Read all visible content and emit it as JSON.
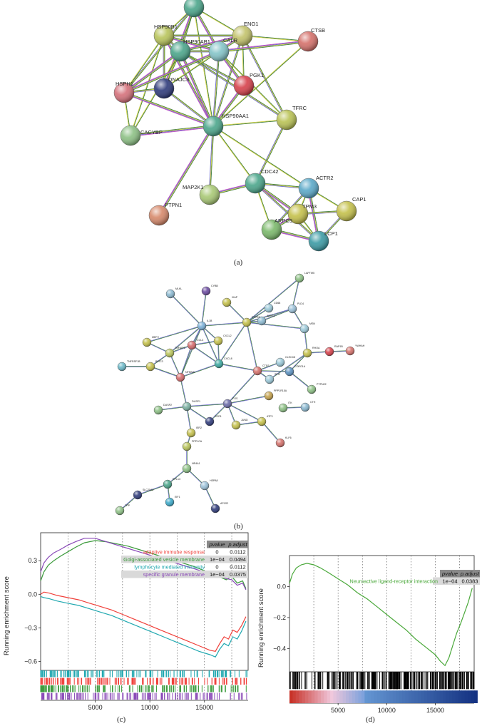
{
  "panel_labels": {
    "a": "(a)",
    "b": "(b)",
    "c": "(c)",
    "d": "(d)"
  },
  "network_a": {
    "nodes": [
      {
        "id": "PFKFB",
        "label": "",
        "color": "#4aa58a"
      },
      {
        "id": "HSP90B1",
        "label": "HSP90B1",
        "color": "#b8c45a"
      },
      {
        "id": "ENO1",
        "label": "ENO1",
        "color": "#c2c26a"
      },
      {
        "id": "CTSB",
        "label": "CTSB",
        "color": "#d4706a"
      },
      {
        "id": "HSP90AB1",
        "label": "HSP90AB1",
        "color": "#4aa58a"
      },
      {
        "id": "CALR",
        "label": "CALR",
        "color": "#84c4c8"
      },
      {
        "id": "HSPH1",
        "label": "HSPH1",
        "color": "#d4707a"
      },
      {
        "id": "DNAJC3",
        "label": "DNAJC3",
        "color": "#2e3a7a"
      },
      {
        "id": "PGK1",
        "label": "PGK1",
        "color": "#d6404a"
      },
      {
        "id": "TFRC",
        "label": "TFRC",
        "color": "#b9c254"
      },
      {
        "id": "CACYBP",
        "label": "CACYBP",
        "color": "#8cc084"
      },
      {
        "id": "HSP90AA1",
        "label": "HSP90AA1",
        "color": "#4aa58a"
      },
      {
        "id": "CDC42",
        "label": "CDC42",
        "color": "#4aa58a"
      },
      {
        "id": "ACTR2",
        "label": "ACTR2",
        "color": "#5aa8c8"
      },
      {
        "id": "MAP2K1",
        "label": "MAP2K1",
        "color": "#a8c874"
      },
      {
        "id": "TPM3",
        "label": "TPM3",
        "color": "#c4c04a"
      },
      {
        "id": "CAP1",
        "label": "CAP1",
        "color": "#c4c04a"
      },
      {
        "id": "PTPN1",
        "label": "PTPN1",
        "color": "#d6886a"
      },
      {
        "id": "ARPC5",
        "label": "ARPC5",
        "color": "#7ab86a"
      },
      {
        "id": "LCP1",
        "label": "LCP1",
        "color": "#3a9aa4"
      }
    ],
    "edges": [
      [
        "PFKFB",
        "HSP90B1"
      ],
      [
        "PFKFB",
        "HSP90AB1"
      ],
      [
        "PFKFB",
        "CALR"
      ],
      [
        "PFKFB",
        "ENO1"
      ],
      [
        "PFKFB",
        "HSPH1"
      ],
      [
        "PFKFB",
        "DNAJC3"
      ],
      [
        "PFKFB",
        "HSP90AA1"
      ],
      [
        "HSP90B1",
        "HSP90AB1"
      ],
      [
        "HSP90B1",
        "CALR"
      ],
      [
        "HSP90B1",
        "HSPH1"
      ],
      [
        "HSP90B1",
        "DNAJC3"
      ],
      [
        "HSP90B1",
        "HSP90AA1"
      ],
      [
        "HSP90B1",
        "CACYBP"
      ],
      [
        "HSP90B1",
        "ENO1"
      ],
      [
        "ENO1",
        "CALR"
      ],
      [
        "ENO1",
        "PGK1"
      ],
      [
        "ENO1",
        "HSP90AA1"
      ],
      [
        "ENO1",
        "HSP90AB1"
      ],
      [
        "ENO1",
        "CTSB"
      ],
      [
        "ENO1",
        "TFRC"
      ],
      [
        "CTSB",
        "CALR"
      ],
      [
        "CTSB",
        "HSP90AA1"
      ],
      [
        "HSP90AB1",
        "CALR"
      ],
      [
        "HSP90AB1",
        "HSPH1"
      ],
      [
        "HSP90AB1",
        "DNAJC3"
      ],
      [
        "HSP90AB1",
        "PGK1"
      ],
      [
        "HSP90AB1",
        "HSP90AA1"
      ],
      [
        "HSP90AB1",
        "CACYBP"
      ],
      [
        "HSP90AB1",
        "TFRC"
      ],
      [
        "CALR",
        "PGK1"
      ],
      [
        "CALR",
        "DNAJC3"
      ],
      [
        "CALR",
        "HSP90AA1"
      ],
      [
        "CALR",
        "HSPH1"
      ],
      [
        "CALR",
        "TFRC"
      ],
      [
        "HSPH1",
        "DNAJC3"
      ],
      [
        "HSPH1",
        "HSP90AA1"
      ],
      [
        "HSPH1",
        "CACYBP"
      ],
      [
        "DNAJC3",
        "HSP90AA1"
      ],
      [
        "PGK1",
        "HSP90AA1"
      ],
      [
        "TFRC",
        "HSP90AA1"
      ],
      [
        "TFRC",
        "CDC42"
      ],
      [
        "CACYBP",
        "HSP90AA1"
      ],
      [
        "HSP90AA1",
        "CDC42"
      ],
      [
        "HSP90AA1",
        "MAP2K1"
      ],
      [
        "HSP90AA1",
        "PTPN1"
      ],
      [
        "HSP90AA1",
        "ACTR2"
      ],
      [
        "CDC42",
        "ACTR2"
      ],
      [
        "CDC42",
        "MAP2K1"
      ],
      [
        "CDC42",
        "ARPC5"
      ],
      [
        "CDC42",
        "LCP1"
      ],
      [
        "CDC42",
        "TPM3"
      ],
      [
        "ACTR2",
        "TPM3"
      ],
      [
        "ACTR2",
        "ARPC5"
      ],
      [
        "ACTR2",
        "LCP1"
      ],
      [
        "ACTR2",
        "CAP1"
      ],
      [
        "TPM3",
        "CAP1"
      ],
      [
        "TPM3",
        "ARPC5"
      ],
      [
        "TPM3",
        "LCP1"
      ],
      [
        "CAP1",
        "LCP1"
      ],
      [
        "ARPC5",
        "LCP1"
      ]
    ]
  },
  "network_b": {
    "nodes": [
      {
        "id": "LAPTM5",
        "label": "LAPTM5",
        "color": "#8cc084"
      },
      {
        "id": "CYBB",
        "label": "CYBB",
        "color": "#6a4aa0"
      },
      {
        "id": "MLKL",
        "label": "MLKL",
        "color": "#8ab8d0"
      },
      {
        "id": "XIAP",
        "label": "XIAP",
        "color": "#c4c04a"
      },
      {
        "id": "CD68",
        "label": "CD68",
        "color": "#9ac8d8"
      },
      {
        "id": "ANXA1",
        "label": "ANXA1",
        "color": "#8ab8d0"
      },
      {
        "id": "PLD4",
        "label": "PLD4",
        "color": "#9ac0d8"
      },
      {
        "id": "PTPRC",
        "label": "PTPRC",
        "color": "#c4c04a"
      },
      {
        "id": "IL1B",
        "label": "IL1B",
        "color": "#7ab0d8"
      },
      {
        "id": "MEFV",
        "label": "MEFV",
        "color": "#c4c04a"
      },
      {
        "id": "MSN",
        "label": "MSN",
        "color": "#9ac8d8"
      },
      {
        "id": "TNFAIP3",
        "label": "TNFAIP3",
        "color": "#b8c45a"
      },
      {
        "id": "CXCL2",
        "label": "CXCL2",
        "color": "#c4c04a"
      },
      {
        "id": "CCL3",
        "label": "CCL3",
        "color": "#d46a6a"
      },
      {
        "id": "TNFRSF1B",
        "label": "TNFRSF1B",
        "color": "#6ab8c8"
      },
      {
        "id": "RHOA",
        "label": "RHOA",
        "color": "#c4c04a"
      },
      {
        "id": "RAP1B",
        "label": "RAP1B",
        "color": "#d6404a"
      },
      {
        "id": "YWHAH",
        "label": "YWHAH",
        "color": "#d4706a"
      },
      {
        "id": "BIRC3",
        "label": "BIRC3",
        "color": "#c4c04a"
      },
      {
        "id": "CXCL8",
        "label": "CXCL8",
        "color": "#3aa8a0"
      },
      {
        "id": "CTSS",
        "label": "CTSS",
        "color": "#d4706a"
      },
      {
        "id": "NFKBIA",
        "label": "NFKBIA",
        "color": "#d46a6a"
      },
      {
        "id": "CLEC4D",
        "label": "CLEC4D",
        "color": "#9ac8d8"
      },
      {
        "id": "CORO1A",
        "label": "CORO1A",
        "color": "#5a90c0"
      },
      {
        "id": "SPI1",
        "label": "SPI1",
        "color": "#9ac8d8"
      },
      {
        "id": "PTPN22",
        "label": "PTPN22",
        "color": "#8cc084"
      },
      {
        "id": "PPP1R15A",
        "label": "PPP1R15A",
        "color": "#c4a04a"
      },
      {
        "id": "FOS",
        "label": "FOS",
        "color": "#6a6aa8"
      },
      {
        "id": "DUSP1",
        "label": "DUSP1",
        "color": "#7ab0a0"
      },
      {
        "id": "DUSP2",
        "label": "DUSP2",
        "color": "#8cc084"
      },
      {
        "id": "ITK",
        "label": "ITK",
        "color": "#8cc084"
      },
      {
        "id": "CTH",
        "label": "CTH",
        "color": "#8ab8d0"
      },
      {
        "id": "EGR1",
        "label": "EGR1",
        "color": "#2e3a7a"
      },
      {
        "id": "JUND",
        "label": "JUND",
        "color": "#c4c04a"
      },
      {
        "id": "ATF3",
        "label": "ATF3",
        "color": "#c4c04a"
      },
      {
        "id": "KLF6",
        "label": "KLF6",
        "color": "#d4706a"
      },
      {
        "id": "IER2",
        "label": "IER2",
        "color": "#c4c04a"
      },
      {
        "id": "PPP1CA",
        "label": "PPP1CA",
        "color": "#b8c45a"
      },
      {
        "id": "NR4A1",
        "label": "NR4A1",
        "color": "#8cc084"
      },
      {
        "id": "RPL13",
        "label": "RPL13",
        "color": "#4aa58a"
      },
      {
        "id": "HSPA8",
        "label": "HSPA8",
        "color": "#9ac0d8"
      },
      {
        "id": "SLC25A5",
        "label": "SLC25A5",
        "color": "#2e3a7a"
      },
      {
        "id": "EIF1",
        "label": "EIF1",
        "color": "#3aa8c8"
      },
      {
        "id": "AP1S2",
        "label": "AP1S2",
        "color": "#2e3a7a"
      },
      {
        "id": "TPP",
        "label": "TPP",
        "color": "#8cc084"
      }
    ],
    "edges": [
      [
        "MLKL",
        "IL1B"
      ],
      [
        "CYBB",
        "IL1B"
      ],
      [
        "XIAP",
        "PTPRC"
      ],
      [
        "CD68",
        "PTPRC"
      ],
      [
        "ANXA1",
        "PTPRC"
      ],
      [
        "PLD4",
        "LAPTM5"
      ],
      [
        "PLD4",
        "PTPRC"
      ],
      [
        "PLD4",
        "MSN"
      ],
      [
        "PLD4",
        "ANXA1"
      ],
      [
        "LAPTM5",
        "PTPRC"
      ],
      [
        "PTPRC",
        "IL1B"
      ],
      [
        "PTPRC",
        "CXCL8"
      ],
      [
        "PTPRC",
        "CTSS"
      ],
      [
        "PTPRC",
        "MSN"
      ],
      [
        "MSN",
        "RHOA"
      ],
      [
        "RHOA",
        "RAP1B"
      ],
      [
        "RAP1B",
        "YWHAH"
      ],
      [
        "RHOA",
        "CORO1A"
      ],
      [
        "RHOA",
        "SPI1"
      ],
      [
        "IL1B",
        "CXCL2"
      ],
      [
        "IL1B",
        "CCL3"
      ],
      [
        "IL1B",
        "CXCL8"
      ],
      [
        "IL1B",
        "NFKBIA"
      ],
      [
        "IL1B",
        "TNFAIP3"
      ],
      [
        "IL1B",
        "MEFV"
      ],
      [
        "MEFV",
        "TNFAIP3"
      ],
      [
        "TNFAIP3",
        "NFKBIA"
      ],
      [
        "TNFAIP3",
        "BIRC3"
      ],
      [
        "TNFAIP3",
        "CCL3"
      ],
      [
        "TNFRSF1B",
        "BIRC3"
      ],
      [
        "BIRC3",
        "NFKBIA"
      ],
      [
        "CXCL2",
        "CXCL8"
      ],
      [
        "CXCL2",
        "CCL3"
      ],
      [
        "CCL3",
        "CXCL8"
      ],
      [
        "CCL3",
        "NFKBIA"
      ],
      [
        "CXCL8",
        "NFKBIA"
      ],
      [
        "CXCL8",
        "CTSS"
      ],
      [
        "CTSS",
        "SPI1"
      ],
      [
        "CTSS",
        "CLEC4D"
      ],
      [
        "CTSS",
        "CORO1A"
      ],
      [
        "CORO1A",
        "PTPN22"
      ],
      [
        "CTSS",
        "FOS"
      ],
      [
        "FOS",
        "PPP1R15A"
      ],
      [
        "FOS",
        "DUSP1"
      ],
      [
        "FOS",
        "EGR1"
      ],
      [
        "FOS",
        "JUND"
      ],
      [
        "FOS",
        "ATF3"
      ],
      [
        "ATF3",
        "KLF6"
      ],
      [
        "ATF3",
        "JUND"
      ],
      [
        "DUSP1",
        "DUSP2"
      ],
      [
        "DUSP1",
        "IER2"
      ],
      [
        "DUSP1",
        "EGR1"
      ],
      [
        "DUSP1",
        "NFKBIA"
      ],
      [
        "IER2",
        "PPP1CA"
      ],
      [
        "PPP1CA",
        "NR4A1"
      ],
      [
        "NR4A1",
        "RPL13"
      ],
      [
        "NR4A1",
        "HSPA8"
      ],
      [
        "RPL13",
        "SLC25A5"
      ],
      [
        "RPL13",
        "EIF1"
      ],
      [
        "HSPA8",
        "AP1S2"
      ],
      [
        "SLC25A5",
        "TPP"
      ],
      [
        "ITK",
        "CTH"
      ]
    ]
  },
  "chart_c": {
    "chart_data": {
      "type": "line",
      "ylabel": "Running enrichment score",
      "xlim": [
        0,
        19000
      ],
      "ylim": [
        -0.68,
        0.55
      ],
      "xticks": [
        5000,
        10000,
        15000
      ],
      "yticks": [
        0.3,
        0.0,
        -0.3,
        -0.6
      ],
      "grid_x": [
        2500,
        5000,
        7500,
        10000,
        12500,
        15000,
        17500
      ],
      "series": [
        {
          "name": "adaptive immune response",
          "color": "#f0403a",
          "x": [
            0,
            300,
            800,
            1500,
            2500,
            3500,
            4500,
            5500,
            6500,
            7500,
            8500,
            9500,
            10500,
            11500,
            12500,
            13500,
            14500,
            15500,
            16000,
            16400,
            16800,
            17200,
            17600,
            18000,
            18400,
            18800
          ],
          "y": [
            0.0,
            0.02,
            0.01,
            -0.01,
            -0.03,
            -0.05,
            -0.08,
            -0.11,
            -0.14,
            -0.18,
            -0.22,
            -0.26,
            -0.3,
            -0.34,
            -0.38,
            -0.42,
            -0.46,
            -0.5,
            -0.51,
            -0.44,
            -0.38,
            -0.4,
            -0.32,
            -0.34,
            -0.28,
            -0.2
          ]
        },
        {
          "name": "Golgi-associated vesicle membrane",
          "color": "#3a9a3a",
          "x": [
            0,
            300,
            700,
            1200,
            1800,
            2500,
            3200,
            4000,
            5000,
            6000,
            7000,
            8000,
            9000,
            10000,
            11000,
            12000,
            13000,
            14000,
            15000,
            16000,
            17000,
            17500,
            18000,
            18500,
            18800
          ],
          "y": [
            0.12,
            0.2,
            0.26,
            0.3,
            0.34,
            0.38,
            0.42,
            0.46,
            0.48,
            0.47,
            0.45,
            0.43,
            0.4,
            0.37,
            0.34,
            0.31,
            0.28,
            0.25,
            0.21,
            0.17,
            0.13,
            0.16,
            0.1,
            0.12,
            0.05
          ]
        },
        {
          "name": "lymphocyte mediated immunity",
          "color": "#20a8b0",
          "x": [
            0,
            300,
            800,
            1500,
            2500,
            3500,
            4500,
            5500,
            6500,
            7500,
            8500,
            9500,
            10500,
            11500,
            12500,
            13500,
            14500,
            15500,
            16000,
            16400,
            16800,
            17200,
            17600,
            18000,
            18400,
            18800
          ],
          "y": [
            -0.02,
            -0.03,
            -0.04,
            -0.06,
            -0.08,
            -0.1,
            -0.13,
            -0.16,
            -0.19,
            -0.23,
            -0.27,
            -0.31,
            -0.35,
            -0.39,
            -0.43,
            -0.47,
            -0.51,
            -0.54,
            -0.56,
            -0.49,
            -0.44,
            -0.46,
            -0.38,
            -0.4,
            -0.33,
            -0.24
          ]
        },
        {
          "name": "specific granule membrane",
          "color": "#8a4ab8",
          "x": [
            0,
            300,
            700,
            1200,
            1800,
            2500,
            3200,
            4000,
            5000,
            6000,
            7000,
            8000,
            9000,
            10000,
            11000,
            12000,
            13000,
            14000,
            15000,
            16000,
            17000,
            17500,
            18000,
            18500,
            18800
          ],
          "y": [
            0.2,
            0.28,
            0.33,
            0.37,
            0.4,
            0.44,
            0.47,
            0.5,
            0.5,
            0.47,
            0.44,
            0.41,
            0.38,
            0.35,
            0.32,
            0.29,
            0.26,
            0.23,
            0.2,
            0.17,
            0.14,
            0.13,
            0.08,
            0.1,
            0.04
          ]
        }
      ],
      "table": {
        "headers": [
          "pvalue",
          "p.adjust"
        ],
        "rows": [
          {
            "term": "adaptive immune response",
            "pvalue": "0",
            "padjust": "0.0112"
          },
          {
            "term": "Golgi-associated vesicle membrane",
            "pvalue": "1e−04",
            "padjust": "0.0494"
          },
          {
            "term": "lymphocyte mediated immunity",
            "pvalue": "0",
            "padjust": "0.0112"
          },
          {
            "term": "specific granule membrane",
            "pvalue": "1e−04",
            "padjust": "0.0375"
          }
        ]
      }
    }
  },
  "chart_d": {
    "chart_data": {
      "type": "line",
      "ylabel": "Running enrichment score",
      "xlim": [
        0,
        19000
      ],
      "ylim": [
        -0.55,
        0.2
      ],
      "xticks": [
        5000,
        10000,
        15000
      ],
      "yticks": [
        0.0,
        -0.2,
        -0.4
      ],
      "grid_x": [
        2500,
        5000,
        7500,
        10000,
        12500,
        15000,
        17500
      ],
      "series": [
        {
          "name": "Neuroactive ligand-receptor interaction",
          "color": "#4aa83a",
          "x": [
            0,
            300,
            700,
            1200,
            1800,
            2500,
            3200,
            4000,
            5000,
            6000,
            7000,
            8000,
            9000,
            10000,
            11000,
            12000,
            13000,
            14000,
            15000,
            15500,
            16000,
            16400,
            16800,
            17200,
            17600,
            18000,
            18400,
            18800
          ],
          "y": [
            0.02,
            0.08,
            0.12,
            0.14,
            0.15,
            0.14,
            0.12,
            0.09,
            0.05,
            0.01,
            -0.04,
            -0.08,
            -0.13,
            -0.18,
            -0.23,
            -0.28,
            -0.34,
            -0.39,
            -0.44,
            -0.48,
            -0.51,
            -0.46,
            -0.38,
            -0.3,
            -0.24,
            -0.17,
            -0.1,
            -0.01
          ]
        }
      ],
      "table": {
        "headers": [
          "pvalue",
          "p.adjust"
        ],
        "rows": [
          {
            "term": "Neuroactive ligand-receptor interaction",
            "pvalue": "1e−04",
            "padjust": "0.0383"
          }
        ]
      }
    }
  }
}
